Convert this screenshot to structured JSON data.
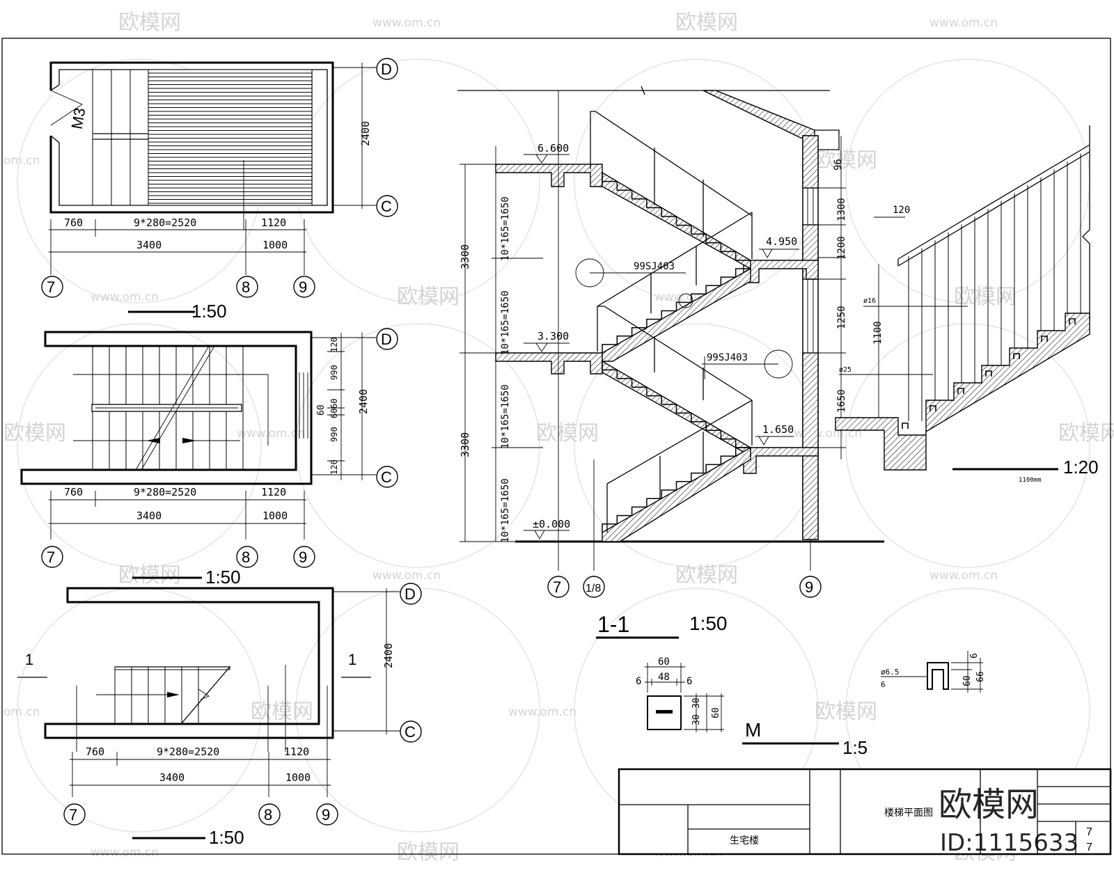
{
  "watermarks": {
    "brand": "欧模网",
    "url": "www.om.cn",
    "url_short": "om.cn",
    "big_brand": "欧模网",
    "id_text": "ID:1115633"
  },
  "plans": {
    "top": {
      "door_label": "M3",
      "dim_width": "2400",
      "dims_row1": [
        "760",
        "9*280=2520",
        "1120"
      ],
      "dims_row2": [
        "3400",
        "1000"
      ],
      "axes_bottom": [
        "7",
        "8",
        "9"
      ],
      "axes_right": [
        "D",
        "C"
      ],
      "scale": "1:50"
    },
    "middle": {
      "dim_width": "2400",
      "right_dims": [
        "120",
        "990",
        "60",
        "60",
        "990",
        "120"
      ],
      "small_label": "60",
      "dims_row1": [
        "760",
        "9*280=2520",
        "1120"
      ],
      "dims_row2": [
        "3400",
        "1000"
      ],
      "axes_bottom": [
        "7",
        "8",
        "9"
      ],
      "axes_right": [
        "D",
        "C"
      ],
      "scale": "1:50"
    },
    "bottom": {
      "dim_width": "2400",
      "section_mark": "1",
      "dims_row1": [
        "760",
        "9*280=2520",
        "1120"
      ],
      "dims_row2": [
        "3400",
        "1000"
      ],
      "axes_bottom": [
        "7",
        "8",
        "9"
      ],
      "axes_right": [
        "D",
        "C"
      ],
      "scale": "1:50"
    }
  },
  "section": {
    "title": "1-1",
    "scale": "1:50",
    "levels": [
      "6.600",
      "4.950",
      "3.300",
      "1.650",
      "±0.000"
    ],
    "left_dims_outer": [
      "3300",
      "3300"
    ],
    "left_dims_inner": [
      "10*165=1650",
      "10*165=1650",
      "10*165=1650",
      "10*165=1650"
    ],
    "right_dims": [
      "96",
      "1300",
      "1200",
      "1250",
      "1650"
    ],
    "refs": [
      "99SJ403",
      "99SJ403"
    ],
    "axes_bottom": [
      "7",
      "1/8",
      "9"
    ]
  },
  "detail": {
    "scale": "1:20",
    "dim_top": "120",
    "dim_height": "1100",
    "rail_labels": [
      "ø16",
      "ø25"
    ],
    "note": "1100mm"
  },
  "m_detail": {
    "label": "M",
    "scale": "1:5",
    "dims_top": [
      "60",
      "48",
      "6",
      "6"
    ],
    "dims_side": [
      "30",
      "30",
      "60"
    ],
    "clip_dims": [
      "ø6.5",
      "6",
      "6",
      "60",
      "66"
    ]
  },
  "title_block": {
    "project": "生宅楼",
    "drawing_name": "楼梯平面图",
    "sheet_no": "7",
    "sheet_total": "7"
  }
}
